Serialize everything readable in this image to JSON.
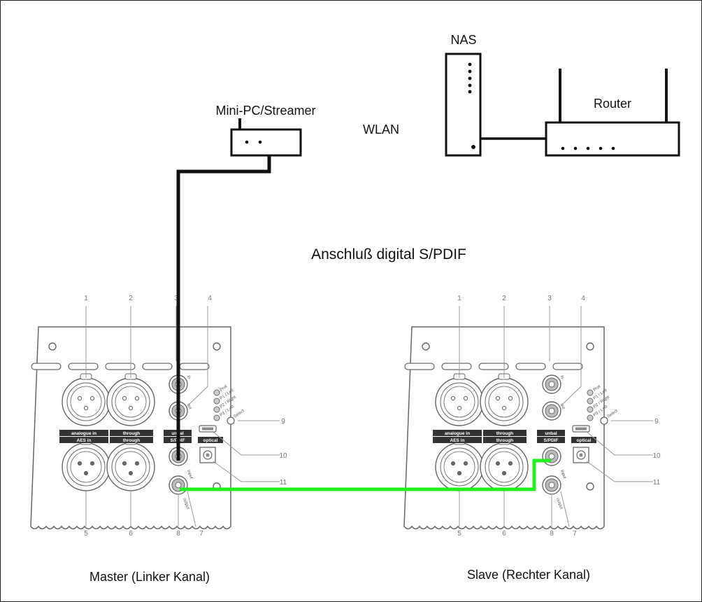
{
  "labels": {
    "nas": "NAS",
    "router": "Router",
    "mini_pc": "Mini-PC/Streamer",
    "wlan": "WLAN",
    "title": "Anschluß digital S/PDIF",
    "master": "Master (Linker Kanal)",
    "slave": "Slave (Rechter Kanal)"
  },
  "panel": {
    "callouts": [
      "1",
      "2",
      "3",
      "4",
      "5",
      "6",
      "7",
      "8",
      "9",
      "10",
      "11"
    ],
    "bars_top": [
      "analogue in",
      "through",
      "unbal"
    ],
    "bars_bottom": [
      "AES in",
      "through",
      "S/PDIF",
      "optical"
    ],
    "leds": [
      "Prot",
      "P1 / Left",
      "P2 / Right",
      "P3 / L+R"
    ],
    "select": "Select",
    "jack_in": "in",
    "jack_out": "out",
    "jack_input": "input",
    "jack_output": "output"
  },
  "colors": {
    "cable_black": "#111111",
    "cable_green": "#22ee22",
    "panel_stroke": "#666666"
  }
}
